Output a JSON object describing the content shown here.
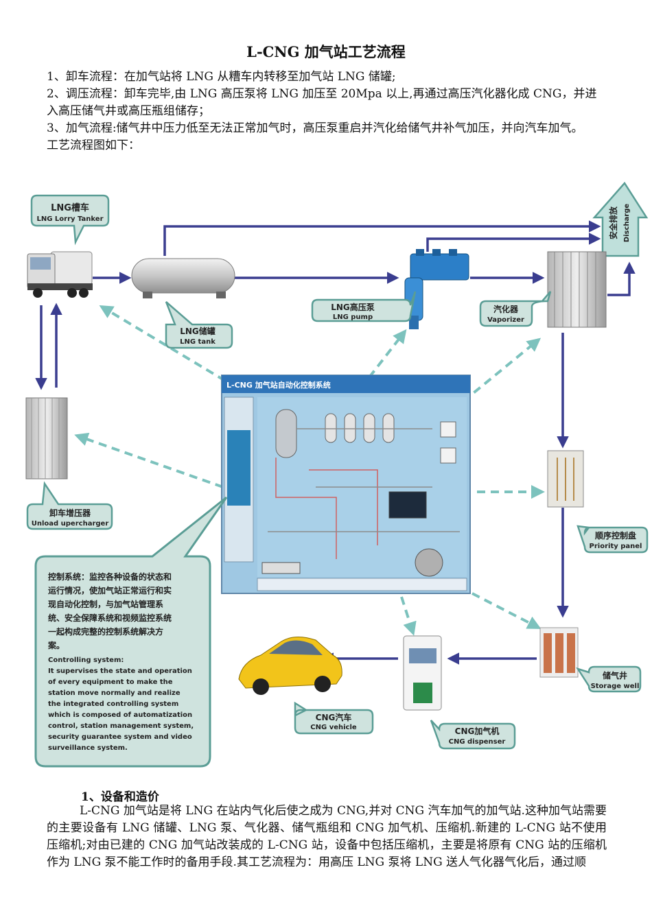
{
  "doc": {
    "title": "L-CNG 加气站工艺流程",
    "intro": [
      "1、卸车流程：在加气站将 LNG 从糟车内转移至加气站 LNG 储罐;",
      "2、调压流程：卸车完毕,由 LNG 高压泵将 LNG 加压至 20Mpa 以上,再通过高压汽化器化成 CNG，并进入高压储气井或高压瓶组储存；",
      "3、加气流程:储气井中压力低至无法正常加气时，高压泵重启并汽化给储气井补气加压，并向汽车加气。",
      "工艺流程图如下："
    ],
    "section_heading": "1、设备和造价",
    "section_body": "L-CNG 加气站是将 LNG 在站内气化后使之成为 CNG,并对 CNG 汽车加气的加气站.这种加气站需要的主要设备有 LNG 储罐、LNG 泵、气化器、储气瓶组和 CNG 加气机、压缩机.新建的 L-CNG 站不使用压缩机;对由已建的 CNG 加气站改装成的 L-CNG 站，设备中包括压缩机，主要是将原有 CNG 站的压缩机作为 LNG 泵不能工作时的备用手段.其工艺流程为：用高压 LNG 泵将 LNG 送人气化器气化后，通过顺"
  },
  "diagram": {
    "labels": {
      "lorry": {
        "cn": "LNG槽车",
        "en": "LNG Lorry Tanker"
      },
      "tank": {
        "cn": "LNG储罐",
        "en": "LNG tank"
      },
      "pump": {
        "cn": "LNG高压泵",
        "en": "LNG pump"
      },
      "vaporizer": {
        "cn": "汽化器",
        "en": "Vaporizer"
      },
      "discharge": {
        "cn": "安全排放",
        "en": "Discharge"
      },
      "supercharger": {
        "cn": "卸车增压器",
        "en": "Unload upercharger"
      },
      "priority": {
        "cn": "顺序控制盘",
        "en": "Priority panel"
      },
      "well": {
        "cn": "储气井",
        "en": "Storage well"
      },
      "dispenser": {
        "cn": "CNG加气机",
        "en": "CNG dispenser"
      },
      "vehicle": {
        "cn": "CNG汽车",
        "en": "CNG vehicle"
      }
    },
    "control_panel_title": "L-CNG 加气站自动化控制系统",
    "control_box": {
      "cn_lines": [
        "控制系统：监控各种设备的状态和",
        "运行情况，使加气站正常运行和实",
        "现自动化控制，与加气站管理系",
        "统、安全保障系统和视频监控系统",
        "一起构成完整的控制系统解决方",
        "案。"
      ],
      "en_lines": [
        "Controlling system:",
        "It supervises the state and operation",
        "of every equipment to make the",
        "station move normally and realize",
        "the integrated controlling system",
        "which is composed of automatization",
        "control, station management system,",
        "security guarantee system and video",
        "surveillance system."
      ]
    },
    "colors": {
      "flow_arrow": "#3a3d8f",
      "control_arrow": "#7cc2bd",
      "callout_fill": "#cfe3de",
      "callout_stroke": "#5a9d95",
      "panel_bg": "#9fc8e3"
    }
  }
}
